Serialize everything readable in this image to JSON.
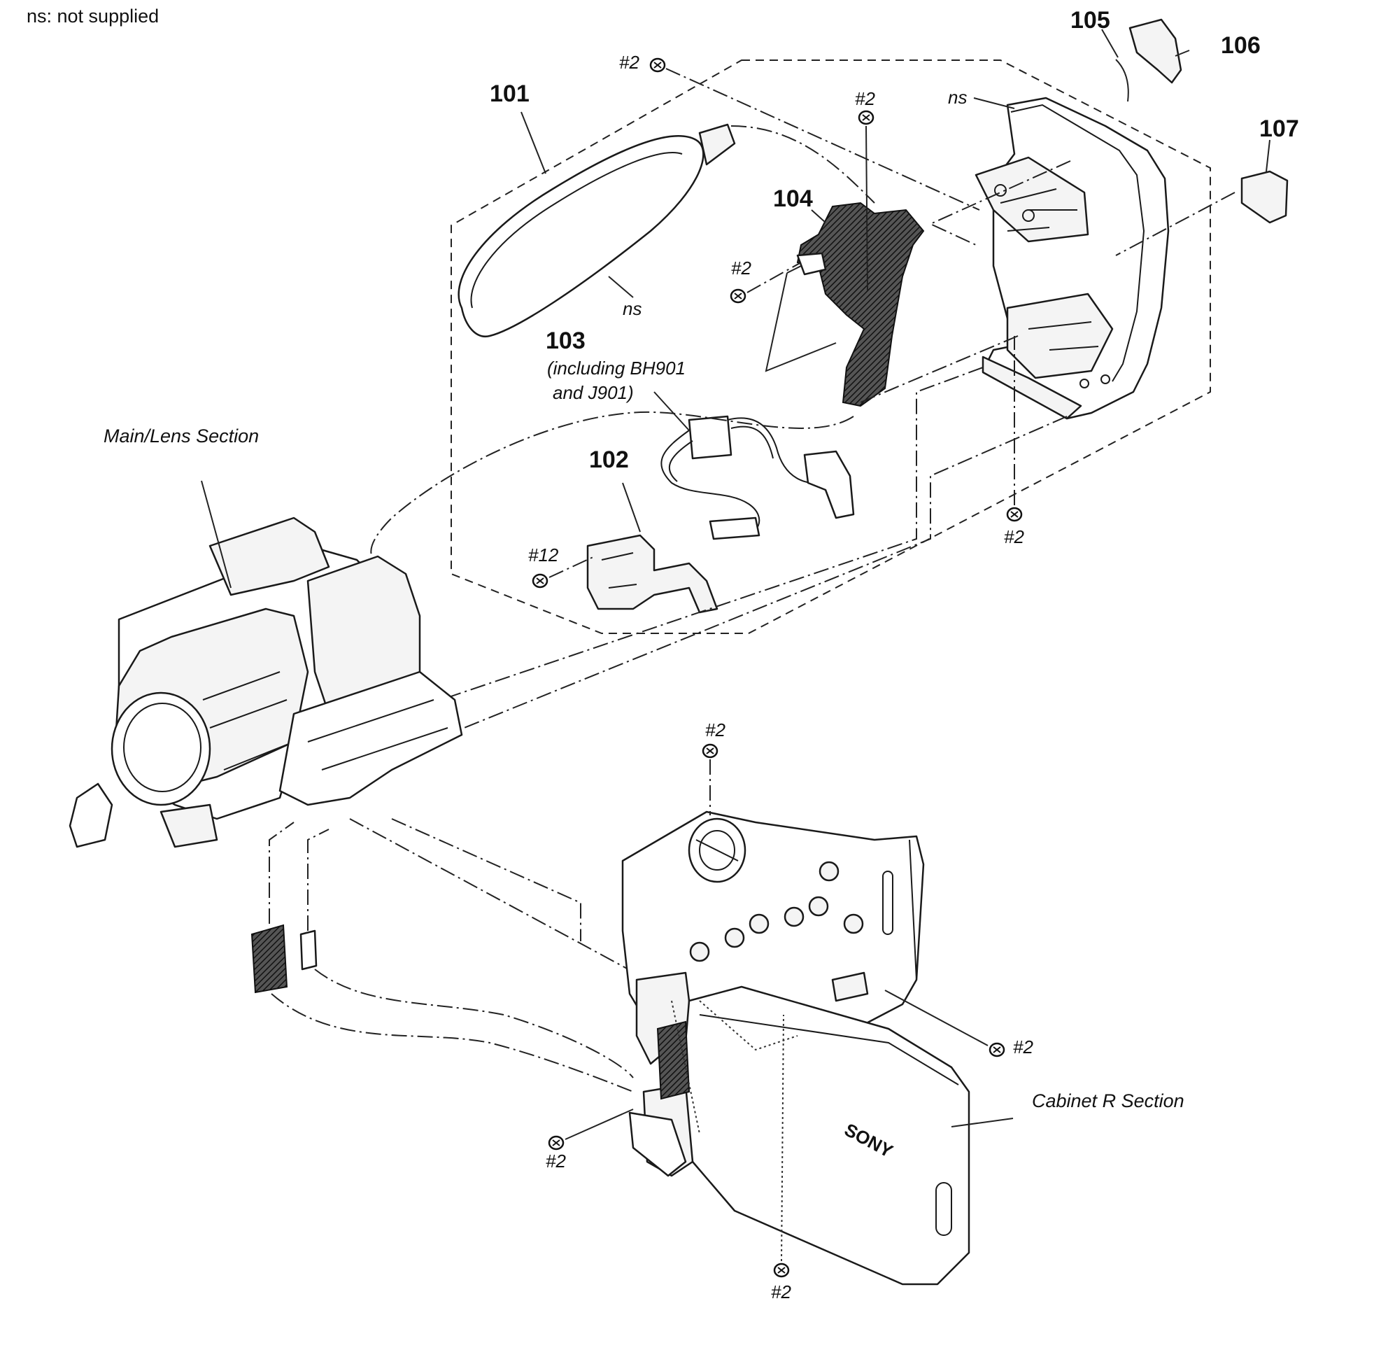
{
  "legend": {
    "note": "ns: not supplied"
  },
  "part_numbers": {
    "p101": "101",
    "p102": "102",
    "p103": "103",
    "p103_desc_line1": "(including BH901",
    "p103_desc_line2": "and J901)",
    "p104": "104",
    "p105": "105",
    "p106": "106",
    "p107": "107"
  },
  "ns_labels": {
    "ns_cover": "ns",
    "ns_frame": "ns"
  },
  "screws": {
    "s_top_left": "#2",
    "s_top_mid": "#2",
    "s_left_104": "#2",
    "s_right_frame": "#2",
    "s_12": "#12",
    "s_cabinet_top": "#2",
    "s_cabinet_right": "#2",
    "s_cabinet_left": "#2",
    "s_cabinet_bottom": "#2"
  },
  "sections": {
    "main_lens": "Main/Lens Section",
    "cabinet_r": "Cabinet R Section"
  },
  "brand": "SONY"
}
